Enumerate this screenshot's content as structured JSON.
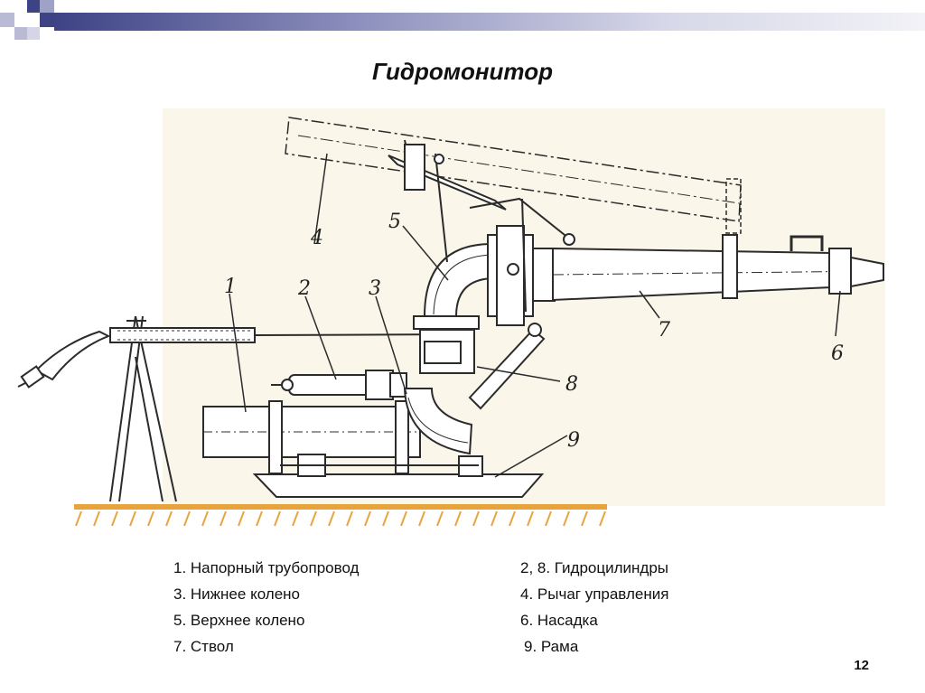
{
  "title": "Гидромонитор",
  "callouts": {
    "c1": "1",
    "c2": "2",
    "c3": "3",
    "c4": "4",
    "c5": "5",
    "c6": "6",
    "c7": "7",
    "c8": "8",
    "c9": "9"
  },
  "legend": {
    "item1": "1. Напорный трубопровод",
    "item3": "3. Нижнее колено",
    "item5": "5. Верхнее колено",
    "item7": "7. Ствол",
    "item28": "2, 8. Гидроцилиндры",
    "item4": "4. Рычаг управления",
    "item6": "6. Насадка",
    "item9": "9. Рама"
  },
  "page_number": "12",
  "colors": {
    "ground": "#e8a33c",
    "line": "#2b2b2b",
    "tint": "#f4ecd2",
    "accent": "#44498a"
  }
}
